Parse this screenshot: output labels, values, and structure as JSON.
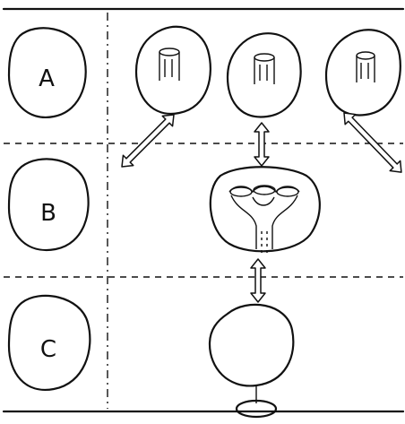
{
  "rows": {
    "a": {
      "label": "A"
    },
    "b": {
      "label": "B"
    },
    "c": {
      "label": "C"
    }
  },
  "colors": {
    "ink": "#111111",
    "background": "#ffffff"
  }
}
